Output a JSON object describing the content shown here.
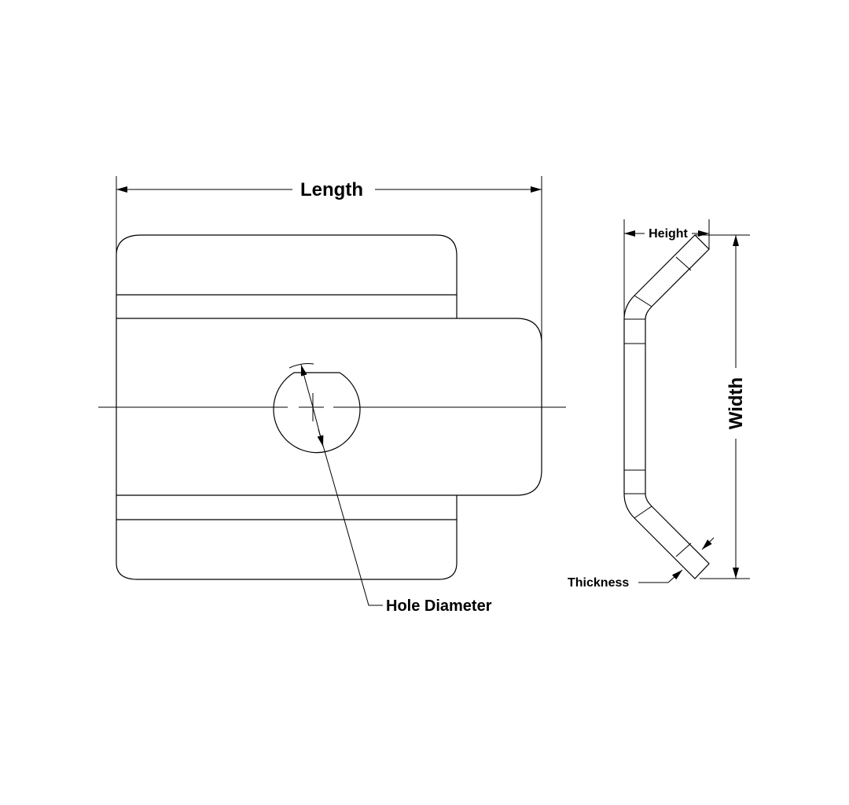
{
  "diagram": {
    "labels": {
      "length": "Length",
      "hole_diameter": "Hole Diameter",
      "height": "Height",
      "width": "Width",
      "thickness": "Thickness"
    },
    "colors": {
      "line": "#000000",
      "background": "#ffffff"
    }
  }
}
